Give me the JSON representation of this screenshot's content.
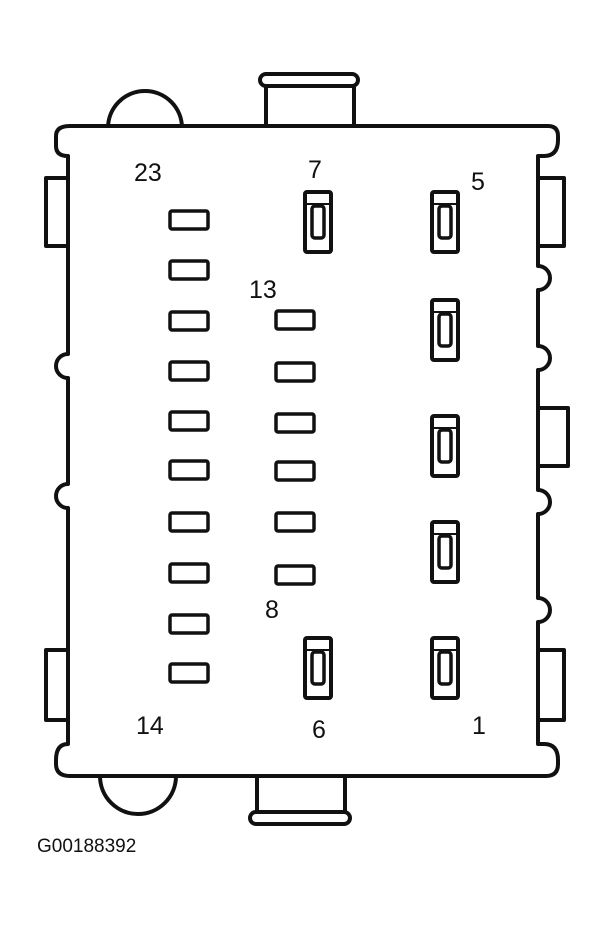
{
  "connector": {
    "pin_labels": {
      "p23": "23",
      "p7": "7",
      "p5": "5",
      "p13": "13",
      "p8": "8",
      "p14": "14",
      "p6": "6",
      "p1": "1"
    },
    "colors": {
      "line": "#111111",
      "fill": "#ffffff"
    }
  },
  "figure_id": "G00188392"
}
